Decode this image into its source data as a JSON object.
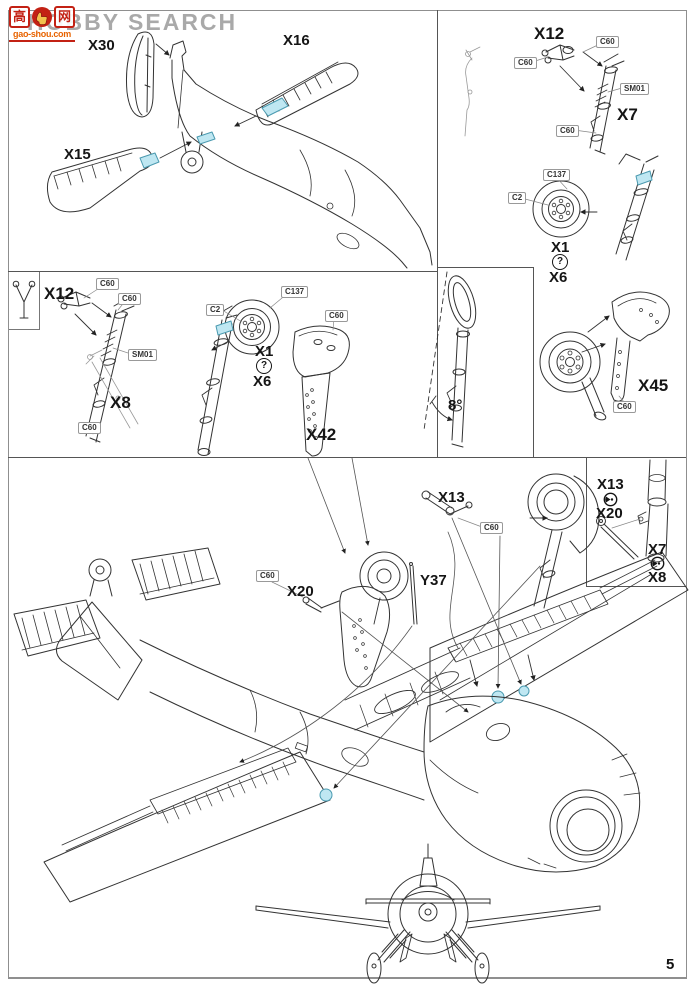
{
  "watermark": {
    "char_left": "高",
    "char_right": "网",
    "site": "gao-shou.com",
    "overlay_text": "HOBBY SEARCH"
  },
  "page": {
    "number": "5"
  },
  "colors": {
    "line": "#333333",
    "highlight": "#bfe7f2",
    "highlight_stroke": "#4a9ab0",
    "watermark_red": "#c32114"
  },
  "part_labels": {
    "x30": "X30",
    "x16": "X16",
    "x15": "X15",
    "x12": "X12",
    "x7": "X7",
    "x8": "X8",
    "x1": "X1",
    "x6": "X6",
    "x13": "X13",
    "x20": "X20",
    "x42": "X42",
    "x45": "X45",
    "y37": "Y37",
    "angle": "8°",
    "optional_mark": "?"
  },
  "part_refs": {
    "c60": "C60",
    "sm01": "SM01",
    "c2": "C2",
    "c137": "C137"
  }
}
